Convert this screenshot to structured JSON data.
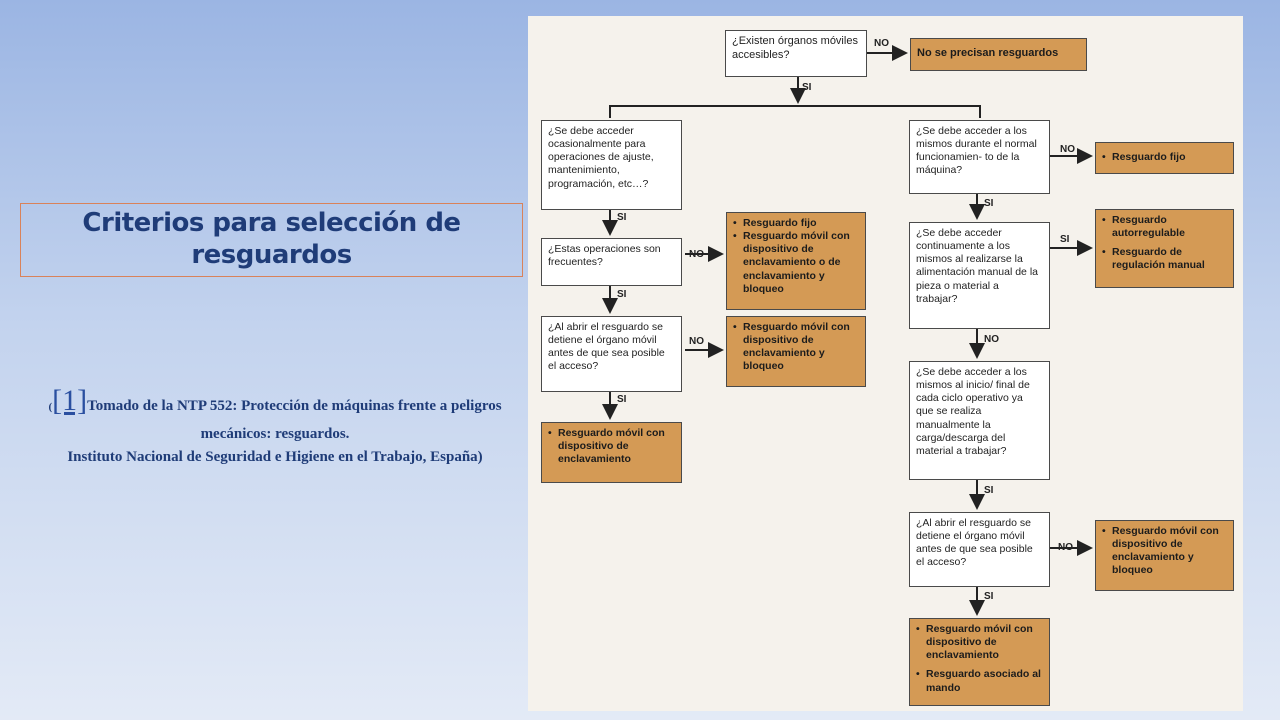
{
  "title": "Criterios para selección  de resguardos",
  "citation": {
    "open": "(",
    "ref": "[1]",
    "line1": "Tomado de la NTP 552: Protección de máquinas frente a peligros mecánicos: resguardos.",
    "line2": "Instituto Nacional de Seguridad e Higiene en el Trabajo, España)"
  },
  "flow": {
    "q_organos": "¿Existen órganos móviles accesibles?",
    "a_no_precisan": "No se precisan resguardos",
    "q_ocasional": "¿Se debe acceder ocasionalmente para operaciones de ajuste, mantenimiento, programación, etc…?",
    "q_frecuentes": "¿Estas operaciones son frecuentes?",
    "a_fijo_movil": [
      "Resguardo fijo",
      "Resguardo móvil con dispositivo de enclavamiento o de enclavamiento y bloqueo"
    ],
    "q_abrir_left": "¿Al abrir el resguardo se detiene el órgano móvil antes de que sea posible el acceso?",
    "a_movil_bloqueo_left": [
      "Resguardo móvil con dispositivo de enclavamiento y bloqueo"
    ],
    "a_movil_enclav_left": "Resguardo móvil con dispositivo de enclavamiento",
    "q_normal": "¿Se debe acceder a los mismos durante el normal funcionamien- to de la máquina?",
    "a_fijo_right": [
      "Resguardo fijo"
    ],
    "q_continuamente": "¿Se debe acceder continuamente a los mismos al realizarse la alimentación manual de la pieza o material a trabajar?",
    "a_autorregulable": [
      "Resguardo autorregulable",
      "Resguardo de regulación manual"
    ],
    "q_inicio": "¿Se debe acceder a los mismos al inicio/ final de cada ciclo operativo ya que se realiza manualmente la carga/descarga del material a trabajar?",
    "q_abrir_right": "¿Al abrir el resguardo se detiene el órgano móvil antes de que sea posible el acceso?",
    "a_movil_bloqueo_right": [
      "Resguardo móvil con dispositivo de enclavamiento y bloqueo"
    ],
    "a_final": [
      "Resguardo móvil con dispositivo de enclavamiento",
      "Resguardo asociado al mando"
    ],
    "yes_label": "SI",
    "no_label": "NO"
  }
}
